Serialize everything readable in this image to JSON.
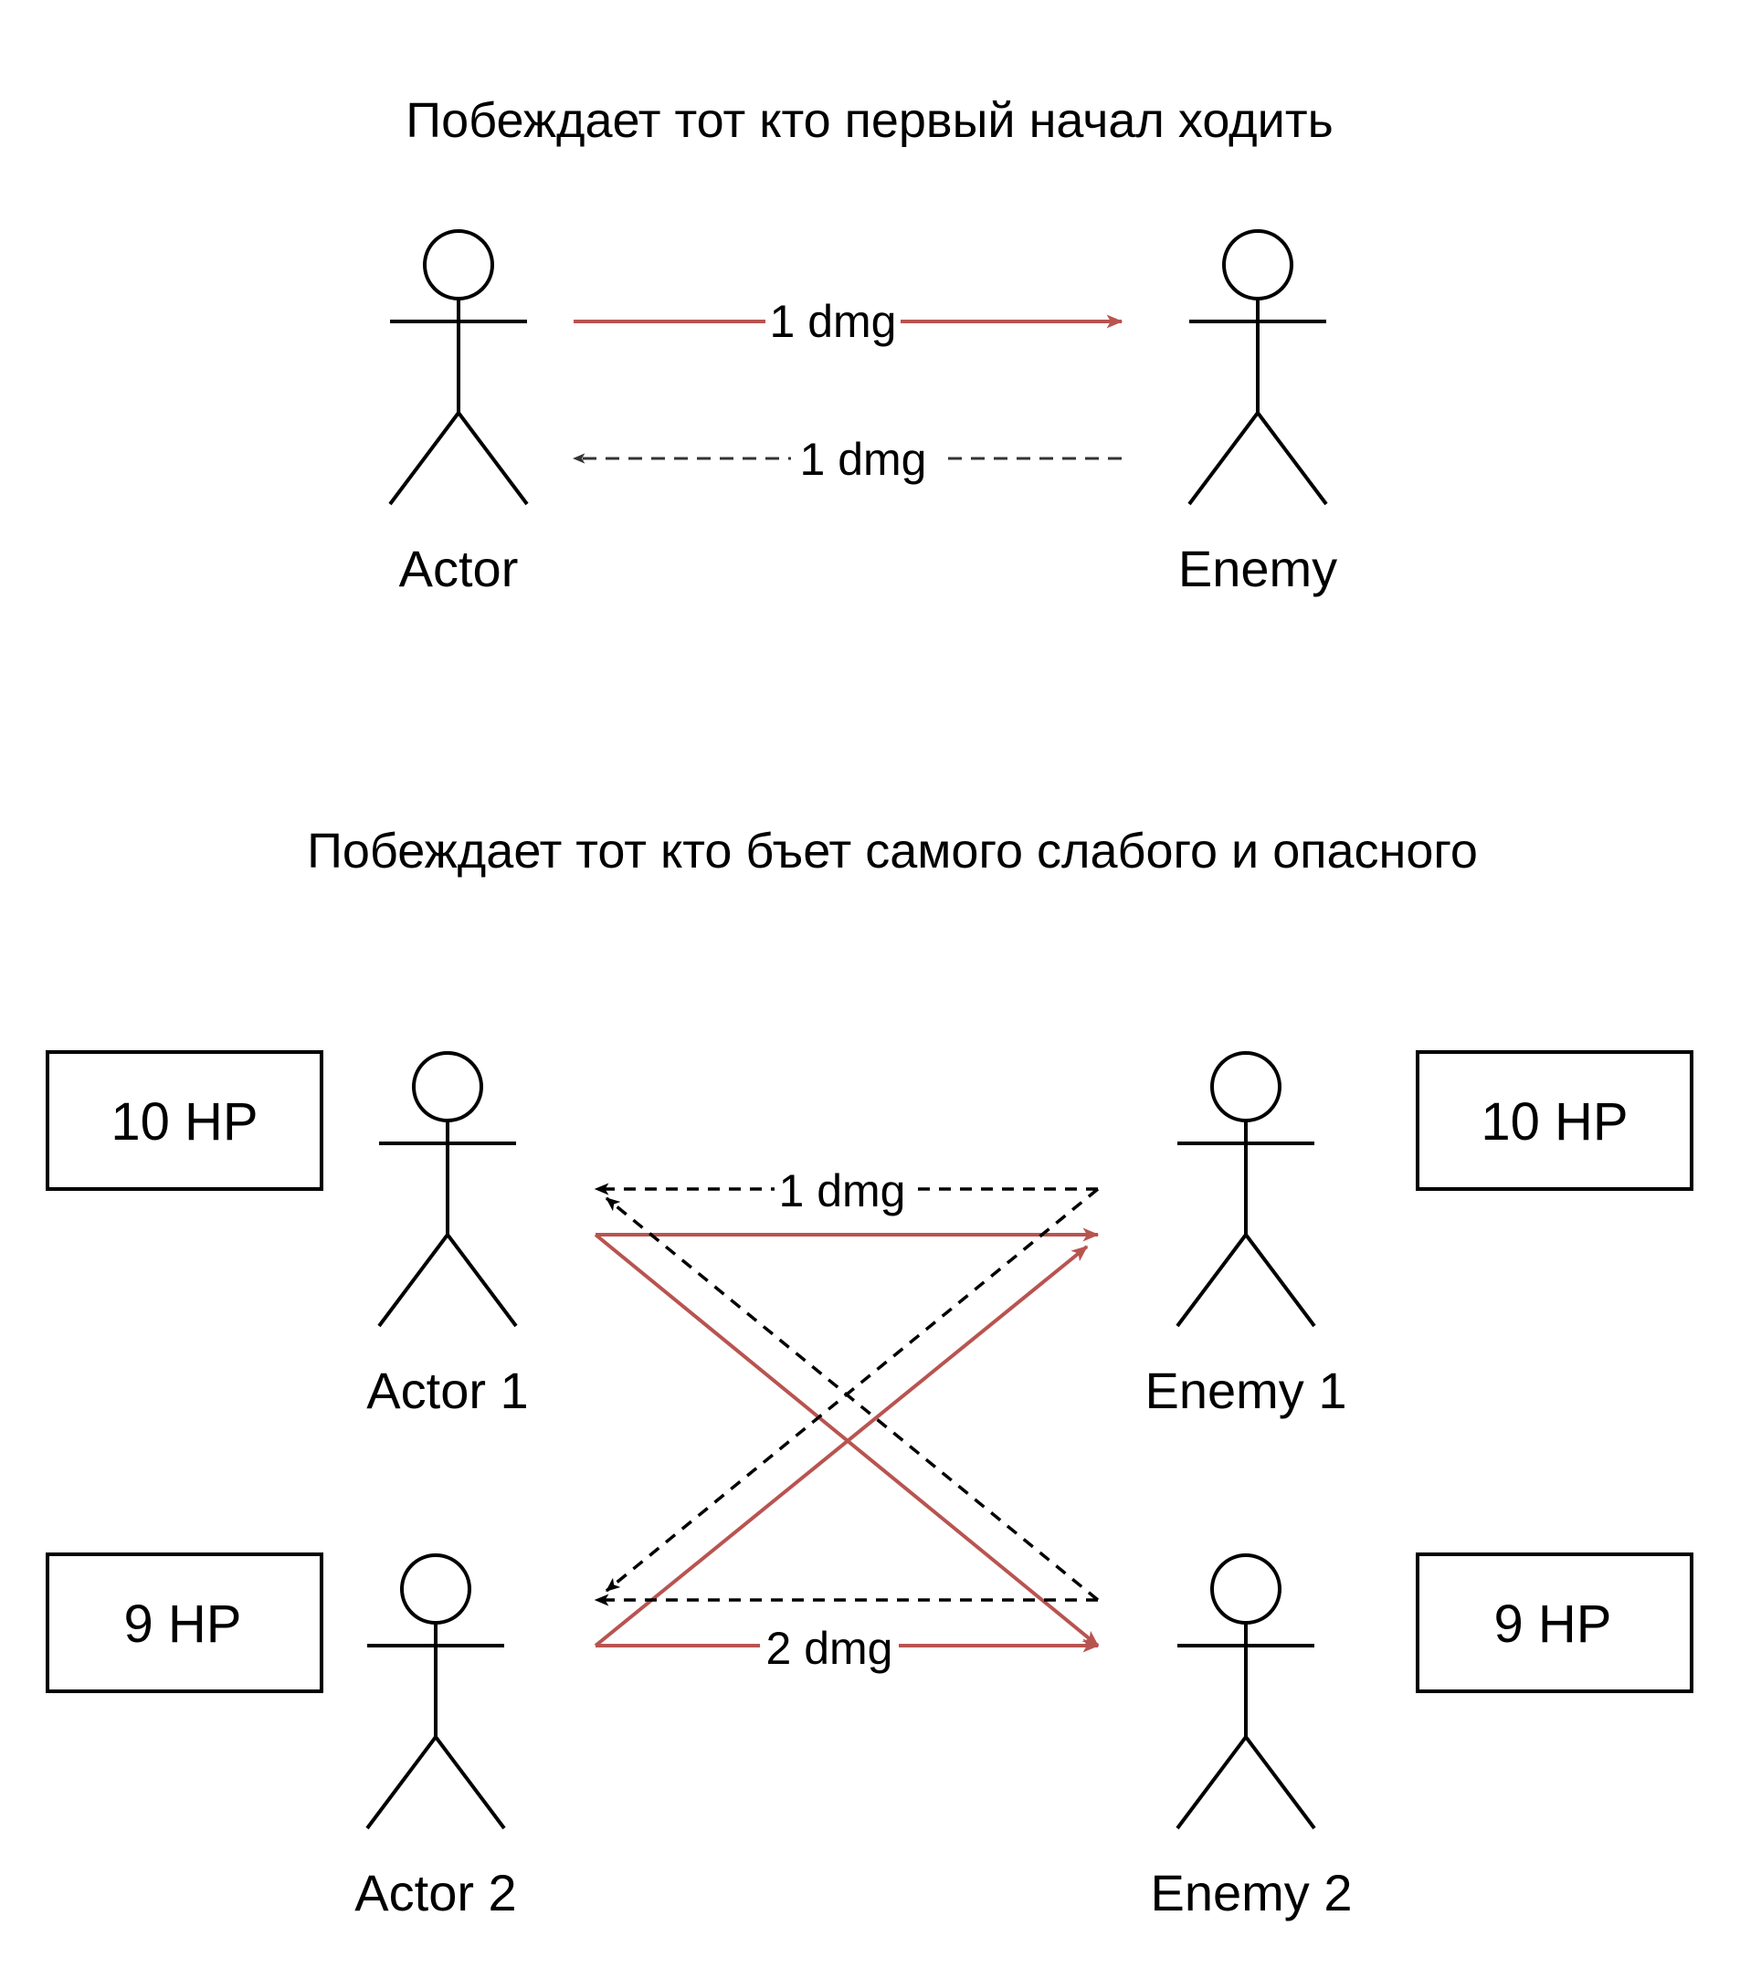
{
  "sections": [
    {
      "title": "Побеждает тот кто первый начал ходить",
      "actors": [
        {
          "label": "Actor"
        },
        {
          "label": "Enemy"
        }
      ],
      "arrows": [
        {
          "label": "1 dmg",
          "style": "solid",
          "color": "#b85450"
        },
        {
          "label": "1 dmg",
          "style": "dashed",
          "color": "#333333"
        }
      ]
    },
    {
      "title": "Побеждает тот кто бъет самого слабого и опасного",
      "actors": [
        {
          "label": "Actor 1",
          "hp": "10 HP"
        },
        {
          "label": "Actor 2",
          "hp": "9 HP"
        },
        {
          "label": "Enemy 1",
          "hp": "10 HP"
        },
        {
          "label": "Enemy 2",
          "hp": "9 HP"
        }
      ],
      "arrows": [
        {
          "label": "1 dmg",
          "style": "dashed",
          "color": "#000000"
        },
        {
          "label": "2 dmg",
          "style": "solid",
          "color": "#b85450"
        }
      ]
    }
  ],
  "colors": {
    "attack": "#b85450",
    "counter": "#000000",
    "stroke": "#000000"
  }
}
